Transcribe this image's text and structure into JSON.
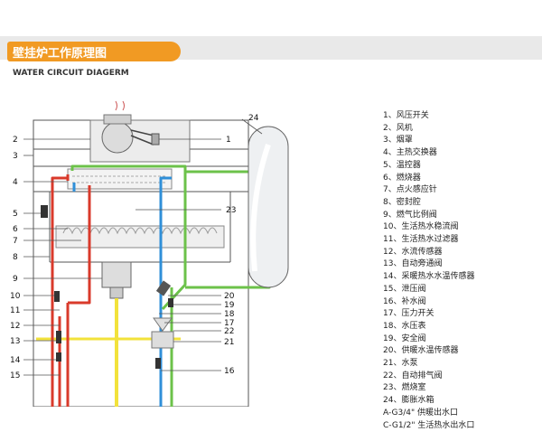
{
  "header": {
    "title": "壁挂炉工作原理图",
    "subtitle": "WATER CIRCUIT DIAGERM"
  },
  "diagram": {
    "left_callouts": [
      "2",
      "3",
      "4",
      "5",
      "6",
      "7",
      "8",
      "9",
      "10",
      "11",
      "12",
      "13",
      "14",
      "15"
    ],
    "right_callouts": [
      "1",
      "23",
      "20",
      "19",
      "18",
      "17",
      "22",
      "21",
      "16"
    ],
    "tank_callout": "24"
  },
  "legend": [
    "1、风压开关",
    "2、风机",
    "3、烟罩",
    "4、主热交换器",
    "5、温控器",
    "6、燃烧器",
    "7、点火感应针",
    "8、密封腔",
    "9、燃气比例阀",
    "10、生活热水稳流阀",
    "11、生活热水过滤器",
    "12、水流传感器",
    "13、自动旁通阀",
    "14、采暖热水水温传感器",
    "15、泄压阀",
    "16、补水阀",
    "17、压力开关",
    "18、水压表",
    "19、安全阀",
    "20、供暖水温传感器",
    "21、水泵",
    "22、自动排气阀",
    "23、燃烧室",
    "24、膨胀水箱",
    "A-G3/4\" 供暖出水口",
    "C-G1/2\" 生活热水出水口"
  ],
  "colors": {
    "accent": "#f19a23",
    "hot_pipe": "#d93a2b",
    "cold_pipe": "#2f8fd8",
    "return_pipe": "#6cc24a",
    "gas_pipe": "#f2e23b"
  }
}
